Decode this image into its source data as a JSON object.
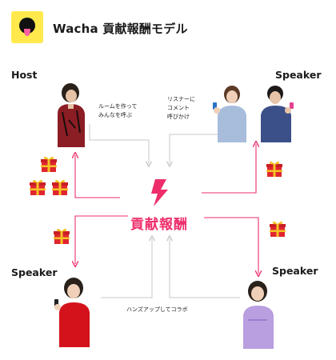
{
  "header": {
    "title": "Wacha 貢献報酬モデル"
  },
  "roles": {
    "host": "Host",
    "speaker_top_right": "Speaker",
    "speaker_bottom_left": "Speaker",
    "speaker_bottom_right": "Speaker"
  },
  "notes": {
    "host_note_line1": "ルームを作って",
    "host_note_line2": "みんなを呼ぶ",
    "listener_note_line1": "リスナーに",
    "listener_note_line2": "コメント",
    "listener_note_line3": "呼びかけ",
    "raise_hand_note": "ハンズアップしてコラボ"
  },
  "center": {
    "label": "貢献報酬"
  },
  "colors": {
    "accent_pink": "#ee2e6b",
    "logo_bg": "#ffe94d",
    "gray_arrow": "#c8c8c8",
    "gift_red": "#e0262d",
    "gift_gold": "#f6c227"
  },
  "icons": {
    "logo": "tongue-face-icon",
    "center": "lightning-bolt-icon",
    "gift": "gift-box-icon"
  }
}
